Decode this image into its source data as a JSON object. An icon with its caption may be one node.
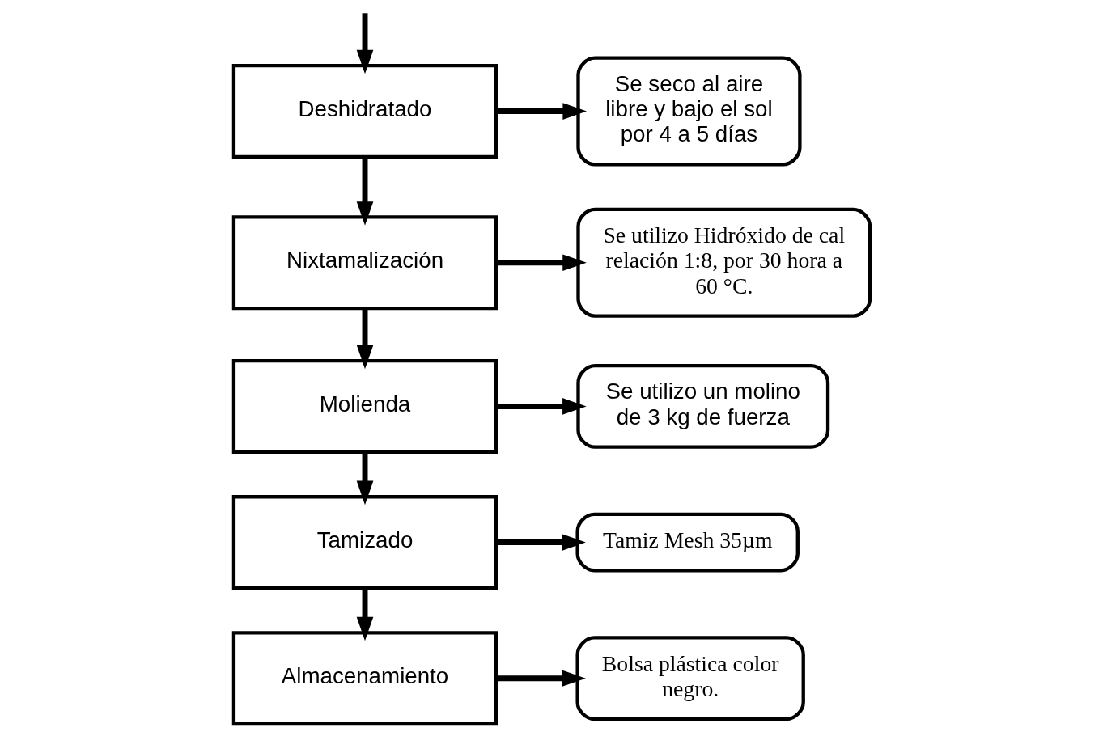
{
  "diagram": {
    "nodes": [
      {
        "text": [
          "Deshidratado"
        ]
      },
      {
        "text": [
          "Se seco al aire libre y bajo el sol por 4 a 5 días"
        ]
      },
      {
        "text": [
          "Nixtamalización"
        ]
      },
      {
        "text": [
          "Se utilizo Hidróxido de cal relación 1:8, por 30 hora a 60 °C."
        ]
      },
      {
        "text": [
          "Molienda"
        ]
      },
      {
        "text": [
          "Se utilizo un molino de 3 kg de fuerza"
        ]
      },
      {
        "text": [
          "Tamizado"
        ]
      },
      {
        "text": [
          "Tamiz Mesh 35µm"
        ]
      },
      {
        "text": [
          "Almacenamiento"
        ]
      },
      {
        "text": [
          "Bolsa plástica color negro."
        ]
      }
    ],
    "edges": [
      {
        "from": null,
        "to": 0,
        "arrow": "to"
      },
      {
        "from": 0,
        "to": 1,
        "arrow": "to"
      },
      {
        "from": 0,
        "to": 2,
        "arrow": "to"
      },
      {
        "from": 2,
        "to": 3,
        "arrow": "to"
      },
      {
        "from": 2,
        "to": 4,
        "arrow": "to"
      },
      {
        "from": 4,
        "to": 5,
        "arrow": "to"
      },
      {
        "from": 4,
        "to": 6,
        "arrow": "to"
      },
      {
        "from": 6,
        "to": 7,
        "arrow": "to"
      },
      {
        "from": 6,
        "to": 8,
        "arrow": "to"
      },
      {
        "from": 8,
        "to": 9,
        "arrow": "to"
      }
    ]
  }
}
